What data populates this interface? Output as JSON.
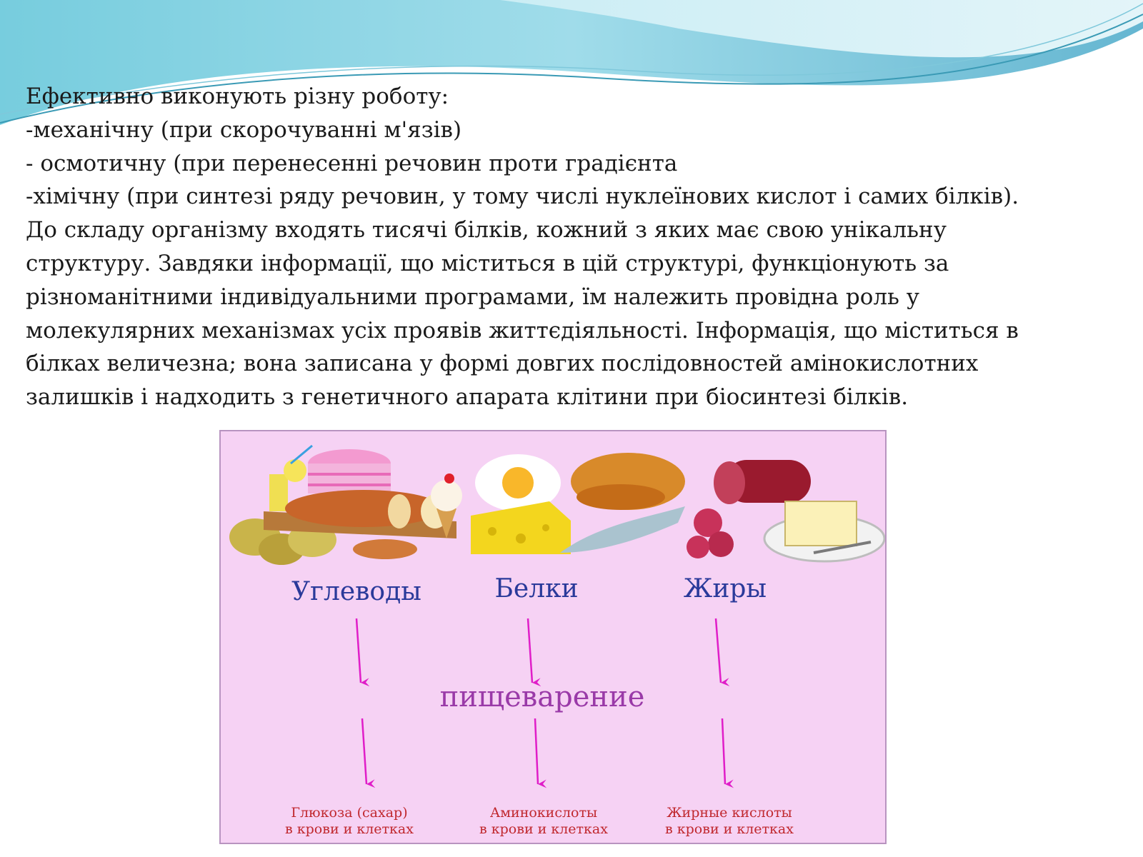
{
  "body_text": "Ефективно виконують різну роботу:\n-механічну (при скорочуванні м'язів)\n- осмотичну (при перенесенні речовин проти градієнта\n-хімічну (при синтезі ряду речовин, у тому числі нуклеїнових кислот і самих білків).\nДо складу організму входять тисячі білків, кожний з яких має свою унікальну\nструктуру. Завдяки інформації, що міститься в цій структурі, функціонують за\nрізноманітними індивідуальними програмами, їм належить провідна роль у\nмолекулярних механізмах усіх проявів життєдіяльності. Інформація, що міститься в\nбілках  величезна; вона записана у формі довгих послідовностей амінокислотних\nзалишків і надходить з генетичного апарата клітини при біосинтезі білків.",
  "diagram": {
    "nutrients": [
      "Углеводы",
      "Белки",
      "Жиры"
    ],
    "process": "пищеварение",
    "products": [
      {
        "line1": "Глюкоза (сахар)",
        "line2": "в крови и клетках"
      },
      {
        "line1": "Аминокислоты",
        "line2": "в крови и клетках"
      },
      {
        "line1": "Жирные кислоты",
        "line2": "в крови и клетках"
      }
    ],
    "colors": {
      "background": "#f6d2f4",
      "nutrient_text": "#2a3a9a",
      "process_text": "#9a3aa8",
      "arrow": "#e01ec8",
      "product_text": "#c0282e"
    }
  }
}
